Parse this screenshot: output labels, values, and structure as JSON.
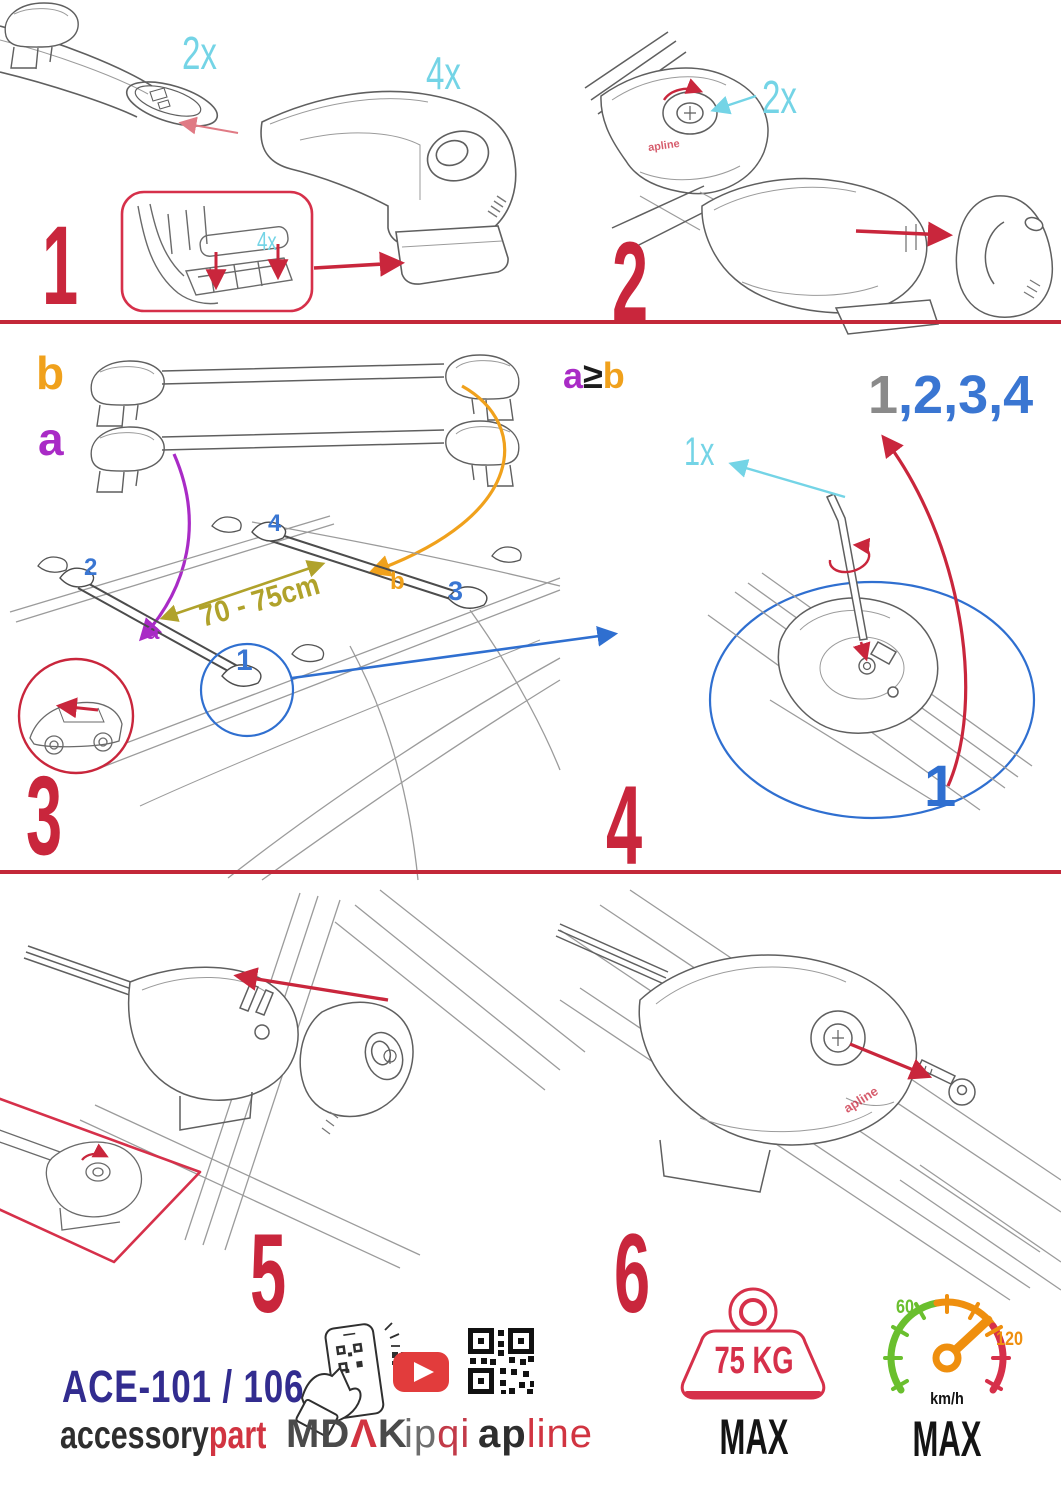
{
  "step1": {
    "number": "1",
    "bar_qty": "2x",
    "foot_qty": "4x",
    "pad_qty": "4x"
  },
  "step2": {
    "number": "2",
    "lock_qty": "2x",
    "foot_logo": "apline"
  },
  "step3": {
    "number": "3",
    "bar_b_label": "b",
    "bar_a_label": "a",
    "roof_pos_2": "2",
    "roof_pos_4": "4",
    "roof_pos_b": "b",
    "roof_pos_3": "3",
    "roof_pos_a": "a",
    "bar_distance": "70 - 75cm",
    "detail_ref": "1"
  },
  "step4": {
    "number": "4",
    "rule_a": "a",
    "rule_op": "≥",
    "rule_b": "b",
    "sequence_gray": "1",
    "sequence_blue": ",2,3,4",
    "key_qty": "1x",
    "torque_ref": "1"
  },
  "step5": {
    "number": "5"
  },
  "step6": {
    "number": "6",
    "foot_logo": "apline"
  },
  "footer": {
    "model_code": "ACE-101 / 106",
    "brand_part1": "accessory",
    "brand_part2": "part",
    "mdak_1": "MD",
    "mdak_2": "Λ",
    "mdak_3": "K",
    "ipqi_1": "ip",
    "ipqi_2": "qi",
    "apline_1": "ap",
    "apline_2": "line",
    "max_load": "75 KG",
    "max_load_label": "MAX",
    "speed_low": "60",
    "speed_high": "120",
    "speed_unit": "km/h",
    "speed_max_label": "MAX"
  },
  "colors": {
    "accent_red": "#c9263c",
    "divider_red": "#c32839",
    "qty_cyan": "#74d4e6",
    "ref_blue": "#2f6fd0",
    "pos_blue": "#3a76d2",
    "label_orange": "#f0a11c",
    "label_purple": "#a92bc6",
    "dim_olive": "#b0a22b",
    "seq_gray": "#8a8a8a",
    "model_navy": "#322c8f",
    "brand_red": "#d13441",
    "logo_gray": "#4a4a4a",
    "youtube_red": "#e23c3c",
    "gauge_green": "#6abf2e",
    "gauge_orange": "#ef8f0e",
    "gauge_red": "#d6304a"
  }
}
